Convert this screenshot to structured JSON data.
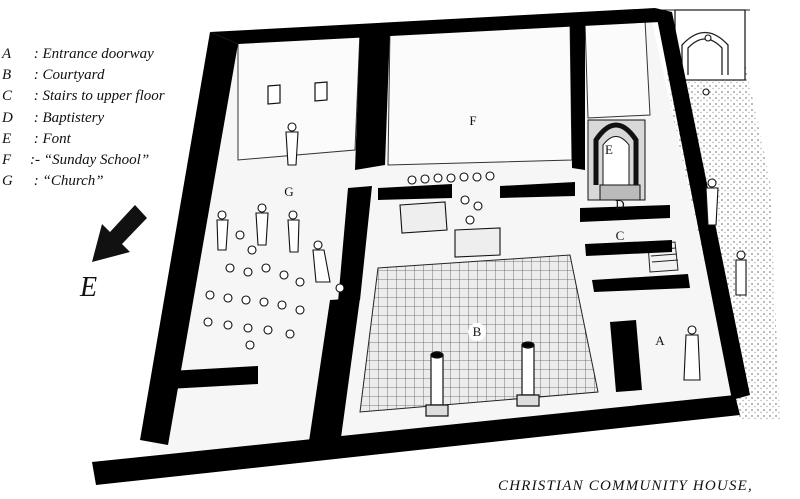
{
  "legend": [
    {
      "key": "A",
      "sep": " : ",
      "text": "Entrance doorway"
    },
    {
      "key": "B",
      "sep": " : ",
      "text": "Courtyard"
    },
    {
      "key": "C",
      "sep": " : ",
      "text": "Stairs to upper floor"
    },
    {
      "key": "D",
      "sep": " : ",
      "text": "Baptistery"
    },
    {
      "key": "E",
      "sep": " : ",
      "text": "Font"
    },
    {
      "key": "F",
      "sep": ":- ",
      "text": "“Sunday School”"
    },
    {
      "key": "G",
      "sep": " : ",
      "text": "“Church”"
    }
  ],
  "plan_labels": {
    "A": "A",
    "B": "B",
    "C": "C",
    "D": "D",
    "E": "E",
    "F": "F",
    "G": "G"
  },
  "compass": {
    "direction": "E",
    "icon": "compass-arrow-icon"
  },
  "caption": "CHRISTIAN COMMUNITY HOUSE,",
  "colors": {
    "ink": "#111111",
    "paper": "#ffffff",
    "floor": "#f4f4f4",
    "wall": "#000000",
    "paving": "#e6e6e6"
  }
}
